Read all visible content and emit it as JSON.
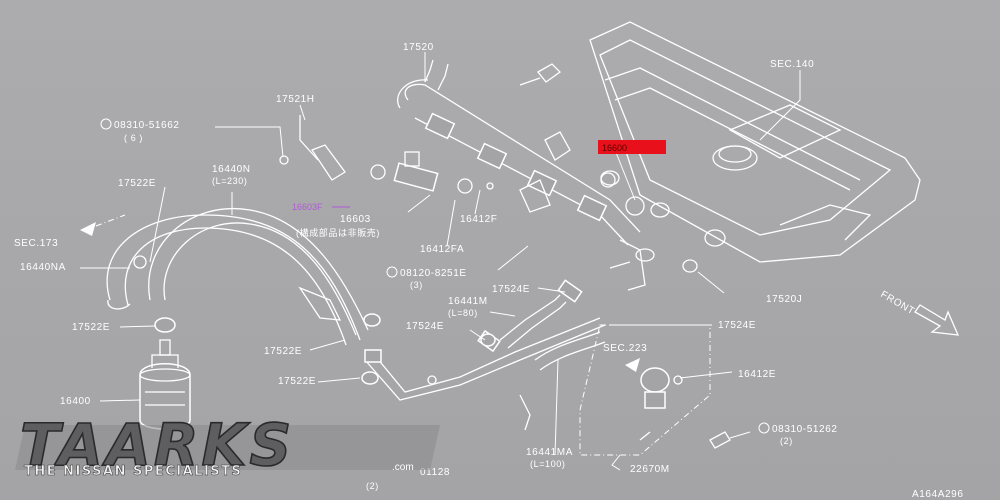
{
  "labels": {
    "sec140": "SEC.140",
    "p17520": "17520",
    "p17521h": "17521H",
    "p08310_51662": "08310-51662",
    "p08310_51662_qty": "( 6 )",
    "p16440n": "16440N",
    "p16440n_len": "(L=230)",
    "p17522e_top": "17522E",
    "sec173": "SEC.173",
    "p16440na": "16440NA",
    "p16603": "16603",
    "p16603_note": "(構成部品は非販売)",
    "p16412f": "16412F",
    "p16412fa": "16412FA",
    "p08120_8251e": "08120-8251E",
    "p08120_8251e_qty": "(3)",
    "p17524e_a": "17524E",
    "p16441m": "16441M",
    "p16441m_len": "(L=80)",
    "p17524e_b": "17524E",
    "p17520j": "17520J",
    "p17524e_c": "17524E",
    "p17522e_mid": "17522E",
    "sec223": "SEC.223",
    "p16412e": "16412E",
    "p17522e_low": "17522E",
    "p17522e_bot": "17522E",
    "p16400": "16400",
    "p16441ma": "16441MA",
    "p16441ma_len": "(L=100)",
    "p08310_51262": "08310-51262",
    "p08310_51262_qty": "(2)",
    "p22670m": "22670M",
    "p01128": "01128",
    "p01128_qty": "(2)",
    "front": "FRONT",
    "figure_code": "A164A296"
  },
  "highlights": {
    "red_part": "16600",
    "purple_part": "16603F"
  },
  "logo": {
    "main": "TAARKS",
    "sub": "THE NISSAN SPECIALISTS",
    "com": ".com"
  },
  "colors": {
    "background": "#a8a8aa",
    "linework": "#ffffff",
    "highlight_red": "#e8101a",
    "highlight_purple": "#b25ad8"
  }
}
